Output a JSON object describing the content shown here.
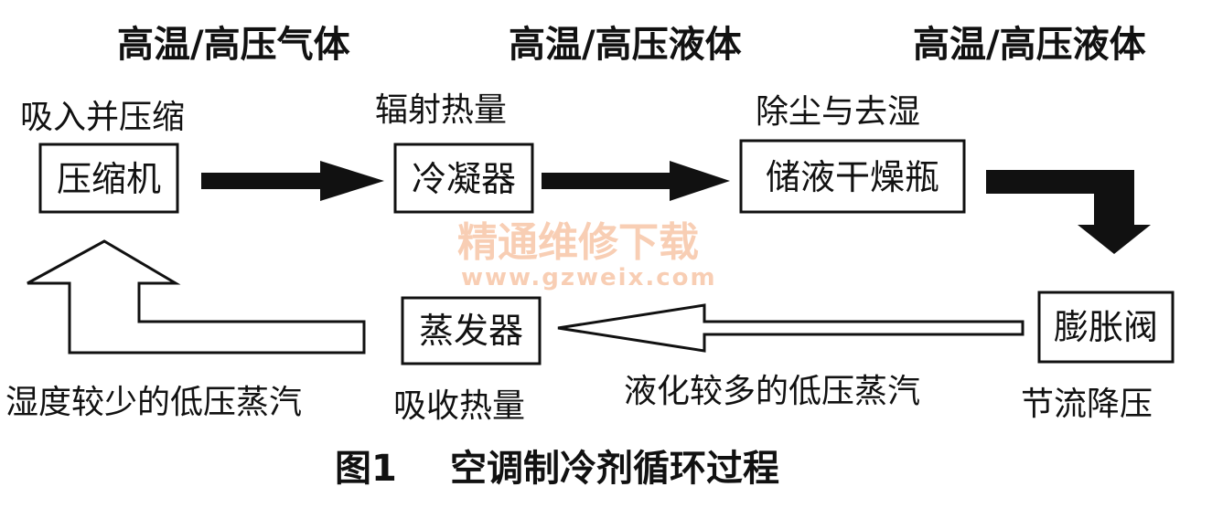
{
  "labels": {
    "top_compressor_out": "高温/高压气体",
    "top_condenser_out": "高温/高压液体",
    "top_drier_out": "高温/高压液体",
    "compressor_action": "吸入并压缩",
    "condenser_action": "辐射热量",
    "drier_action": "除尘与去湿",
    "evaporator_in": "液化较多的低压蒸汽",
    "evaporator_out": "湿度较少的低压蒸汽",
    "evaporator_action": "吸收热量",
    "valve_action": "节流降压"
  },
  "nodes": {
    "compressor": "压缩机",
    "condenser": "冷凝器",
    "drier": "储液干燥瓶",
    "valve": "膨胀阀",
    "evaporator": "蒸发器"
  },
  "watermark": {
    "text": "精通维修下载",
    "url": "www.gzweix.com"
  },
  "caption": {
    "number": "图1",
    "title": "空调制冷剂循环过程"
  },
  "colors": {
    "ink": "#111111",
    "watermark": "#f7c6a8"
  }
}
